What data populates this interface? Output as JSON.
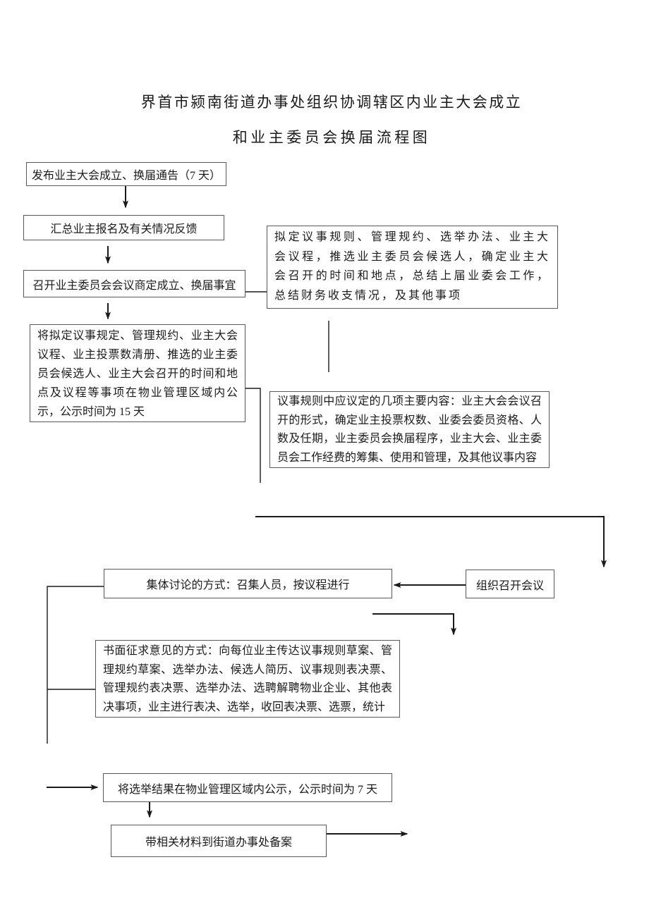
{
  "page": {
    "title_line1": "界首市颍南街道办事处组织协调辖区内业主大会成立",
    "title_line2": "和业主委员会换届流程图"
  },
  "flowchart": {
    "box_notice": "发布业主大会成立、换届通告（7 天）",
    "box_summary": "汇总业主报名及有关情况反馈",
    "box_committee_meeting": "召开业主委员会会议商定成立、换届事宜",
    "box_publicity_15days": "将拟定议事规定、管理规约、业主大会议程、业主投票数清册、推选的业主委员会候选人、业主大会召开的时间和地点及议程等事项在物业管理区域内公示，公示时间为 15 天",
    "box_draft_rules": "拟定议事规则、管理规约、选举办法、业主大会议程，推选业主委员会候选人，确定业主大会召开的时间和地点，总结上届业委会工作，总结财务收支情况，及其他事项",
    "box_rules_key_contents": "议事规则中应议定的几项主要内容：业主大会会议召开的形式，确定业主投票权数、业委会委员资格、人数及任期，业主委员会换届程序，业主大会、业主委员会工作经费的筹集、使用和管理，及其他议事内容",
    "box_group_discussion": "集体讨论的方式：召集人员，按议程进行",
    "box_organize_meeting": "组织召开会议",
    "box_written_opinions": "书面征求意见的方式：向每位业主传达议事规则草案、管理规约草案、选举办法、候选人简历、议事规则表决票、管理规约表决票、选举办法、选聘解聘物业企业、其他表决事项，业主进行表决、选举，收回表决票、选票，统计",
    "box_publicity_7days": "将选举结果在物业管理区域内公示，公示时间为 7 天",
    "box_filing": "带相关材料到街道办事处备案",
    "colors": {
      "line": "#1a1a1a",
      "box_border": "#595959",
      "text": "#1b1b1b",
      "background": "#ffffff"
    }
  }
}
